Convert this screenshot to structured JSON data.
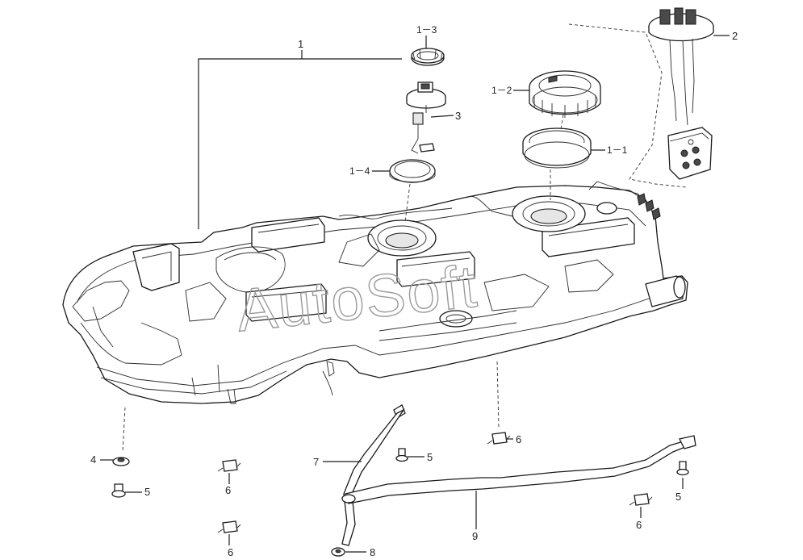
{
  "watermark": "AutoSoft",
  "callouts": {
    "c1": "1",
    "c1_1": "1－1",
    "c1_2": "1－2",
    "c1_3": "1－3",
    "c1_4": "1－4",
    "c2": "2",
    "c3": "3",
    "c4": "4",
    "c5a": "5",
    "c5b": "5",
    "c5c": "5",
    "c6a": "6",
    "c6b": "6",
    "c6c": "6",
    "c6d": "6",
    "c7": "7",
    "c8": "8",
    "c9": "9"
  }
}
